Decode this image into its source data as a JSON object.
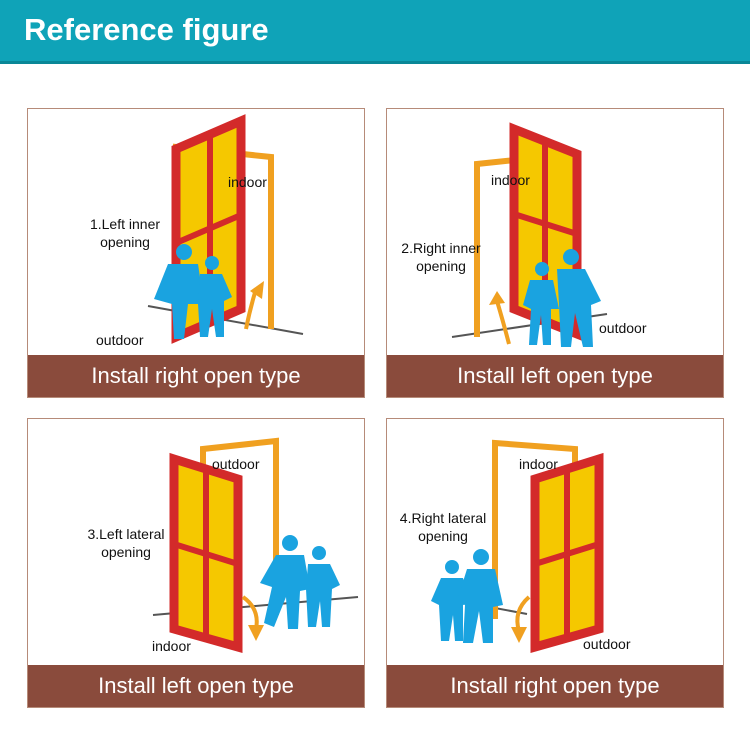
{
  "header": {
    "title": "Reference figure"
  },
  "colors": {
    "header_bg": "#0fa3b8",
    "banner_bg": "#8a4b3c",
    "door_red": "#d32a2a",
    "door_yellow": "#f5c800",
    "frame_orange": "#f0a020",
    "person_blue": "#1aa3e0"
  },
  "panels": [
    {
      "option": "1.Left inner opening",
      "option_line1": "1.Left inner",
      "option_line2": "opening",
      "label_a": "indoor",
      "label_b": "outdoor",
      "banner": "Install right open type"
    },
    {
      "option": "2.Right inner opening",
      "option_line1": "2.Right inner",
      "option_line2": "opening",
      "label_a": "indoor",
      "label_b": "outdoor",
      "banner": "Install left open type"
    },
    {
      "option": "3.Left lateral opening",
      "option_line1": "3.Left lateral",
      "option_line2": "opening",
      "label_a": "outdoor",
      "label_b": "indoor",
      "banner": "Install left open type"
    },
    {
      "option": "4.Right lateral opening",
      "option_line1": "4.Right lateral",
      "option_line2": "opening",
      "label_a": "indoor",
      "label_b": "outdoor",
      "banner": "Install right open type"
    }
  ]
}
